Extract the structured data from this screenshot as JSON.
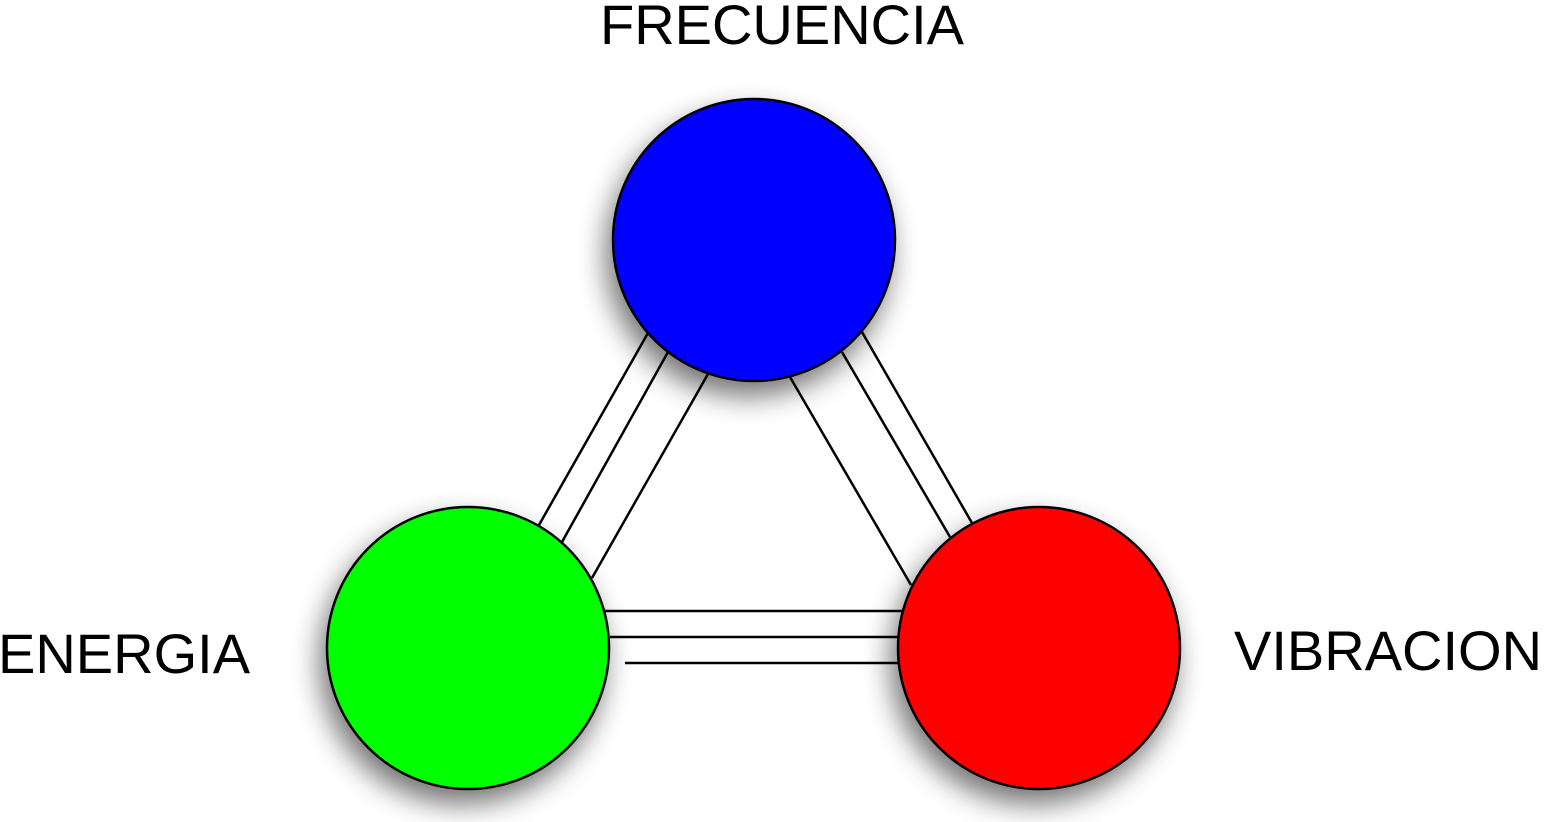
{
  "diagram": {
    "title": "Triángulo Frecuencia–Energía–Vibración",
    "nodes": [
      {
        "id": "frecuencia",
        "label": "FRECUENCIA",
        "color": "#0000FF",
        "position": "top"
      },
      {
        "id": "energia",
        "label": "ENERGIA",
        "color": "#00FF00",
        "position": "bottom-left"
      },
      {
        "id": "vibracion",
        "label": "VIBRACION",
        "color": "#FF0000",
        "position": "bottom-right"
      }
    ],
    "edges": [
      {
        "from": "frecuencia",
        "to": "energia",
        "style": "triple-line"
      },
      {
        "from": "frecuencia",
        "to": "vibracion",
        "style": "triple-line"
      },
      {
        "from": "energia",
        "to": "vibracion",
        "style": "triple-line"
      }
    ],
    "stroke_color": "#000000",
    "background": "#FFFFFF"
  }
}
